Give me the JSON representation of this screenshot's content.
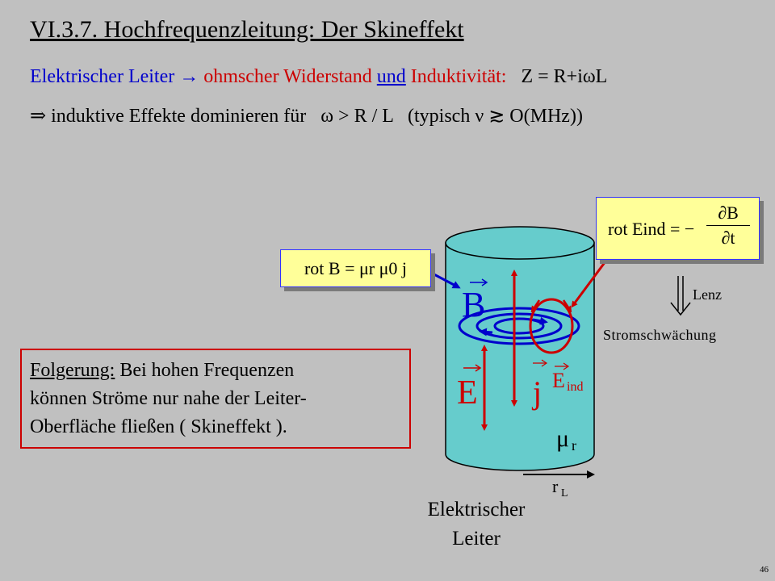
{
  "title": "VI.3.7. Hochfrequenzleitung: Der Skineffekt",
  "line1": {
    "part1": "Elektrischer Leiter",
    "arrow": "→",
    "part2": "ohmscher Widerstand",
    "und": "und",
    "part3": "Induktivität:",
    "formula": "Z = R+iωL"
  },
  "line2": {
    "implies": "⇒",
    "text": "induktive Effekte dominieren für",
    "formula": "ω > R / L",
    "typical": "(typisch ν ≳ O(MHz))"
  },
  "box_rotb": "rot B = μr μ0 j",
  "box_rote": {
    "lhs": "rot Eind = −",
    "num": "∂B",
    "den": "∂t"
  },
  "labels": {
    "B": "B",
    "E": "E",
    "j": "j",
    "Eind": "E",
    "ind": "ind",
    "mu": "μ",
    "mu_sub": "r",
    "rL": "r",
    "rL_sub": "L",
    "lenz": "Lenz",
    "stromschwaechung": "Stromschwächung",
    "leiter_line1": "Elektrischer",
    "leiter_line2": "Leiter"
  },
  "conclusion": {
    "head": "Folgerung:",
    "text1": "Bei hohen Frequenzen",
    "text2": "können Ströme nur nahe der Leiter-",
    "text3": "Oberfläche fließen ( Skineffekt )."
  },
  "page_number": "46",
  "colors": {
    "background": "#c0c0c0",
    "blue": "#0000cc",
    "red": "#cc0000",
    "cylinder": "#66cccc",
    "box": "#ffff99"
  }
}
